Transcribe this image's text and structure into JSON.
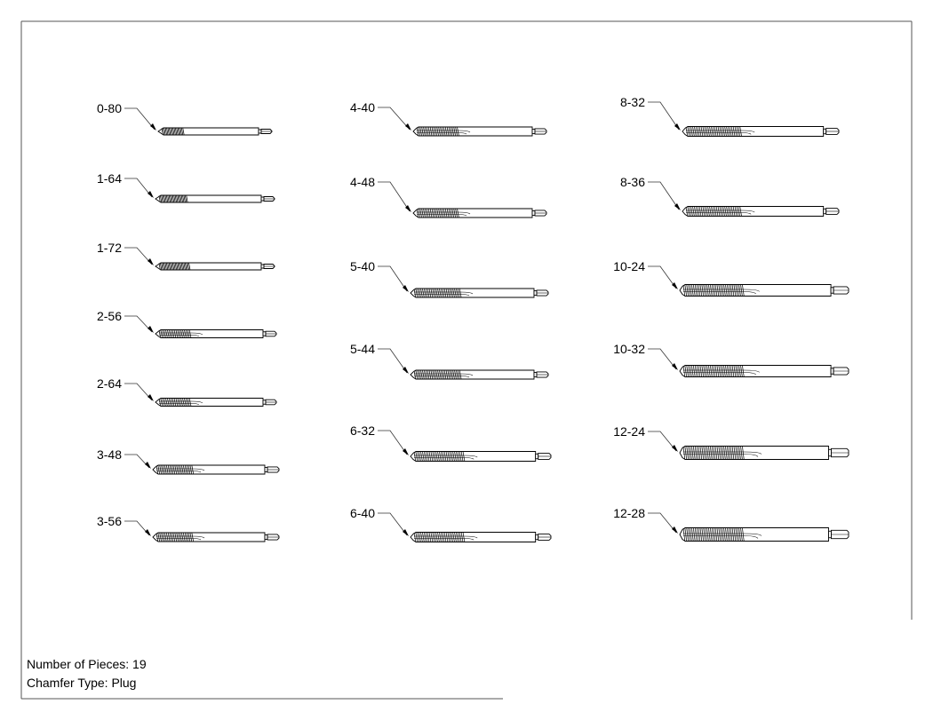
{
  "sheet": {
    "pieces_label": "Number of Pieces: 19",
    "chamfer_label": "Chamfer Type: Plug"
  },
  "taps": [
    {
      "label": "0-80"
    },
    {
      "label": "1-64"
    },
    {
      "label": "1-72"
    },
    {
      "label": "2-56"
    },
    {
      "label": "2-64"
    },
    {
      "label": "3-48"
    },
    {
      "label": "3-56"
    },
    {
      "label": "4-40"
    },
    {
      "label": "4-48"
    },
    {
      "label": "5-40"
    },
    {
      "label": "5-44"
    },
    {
      "label": "6-32"
    },
    {
      "label": "6-40"
    },
    {
      "label": "8-32"
    },
    {
      "label": "8-36"
    },
    {
      "label": "10-24"
    },
    {
      "label": "10-32"
    },
    {
      "label": "12-24"
    },
    {
      "label": "12-28"
    }
  ]
}
